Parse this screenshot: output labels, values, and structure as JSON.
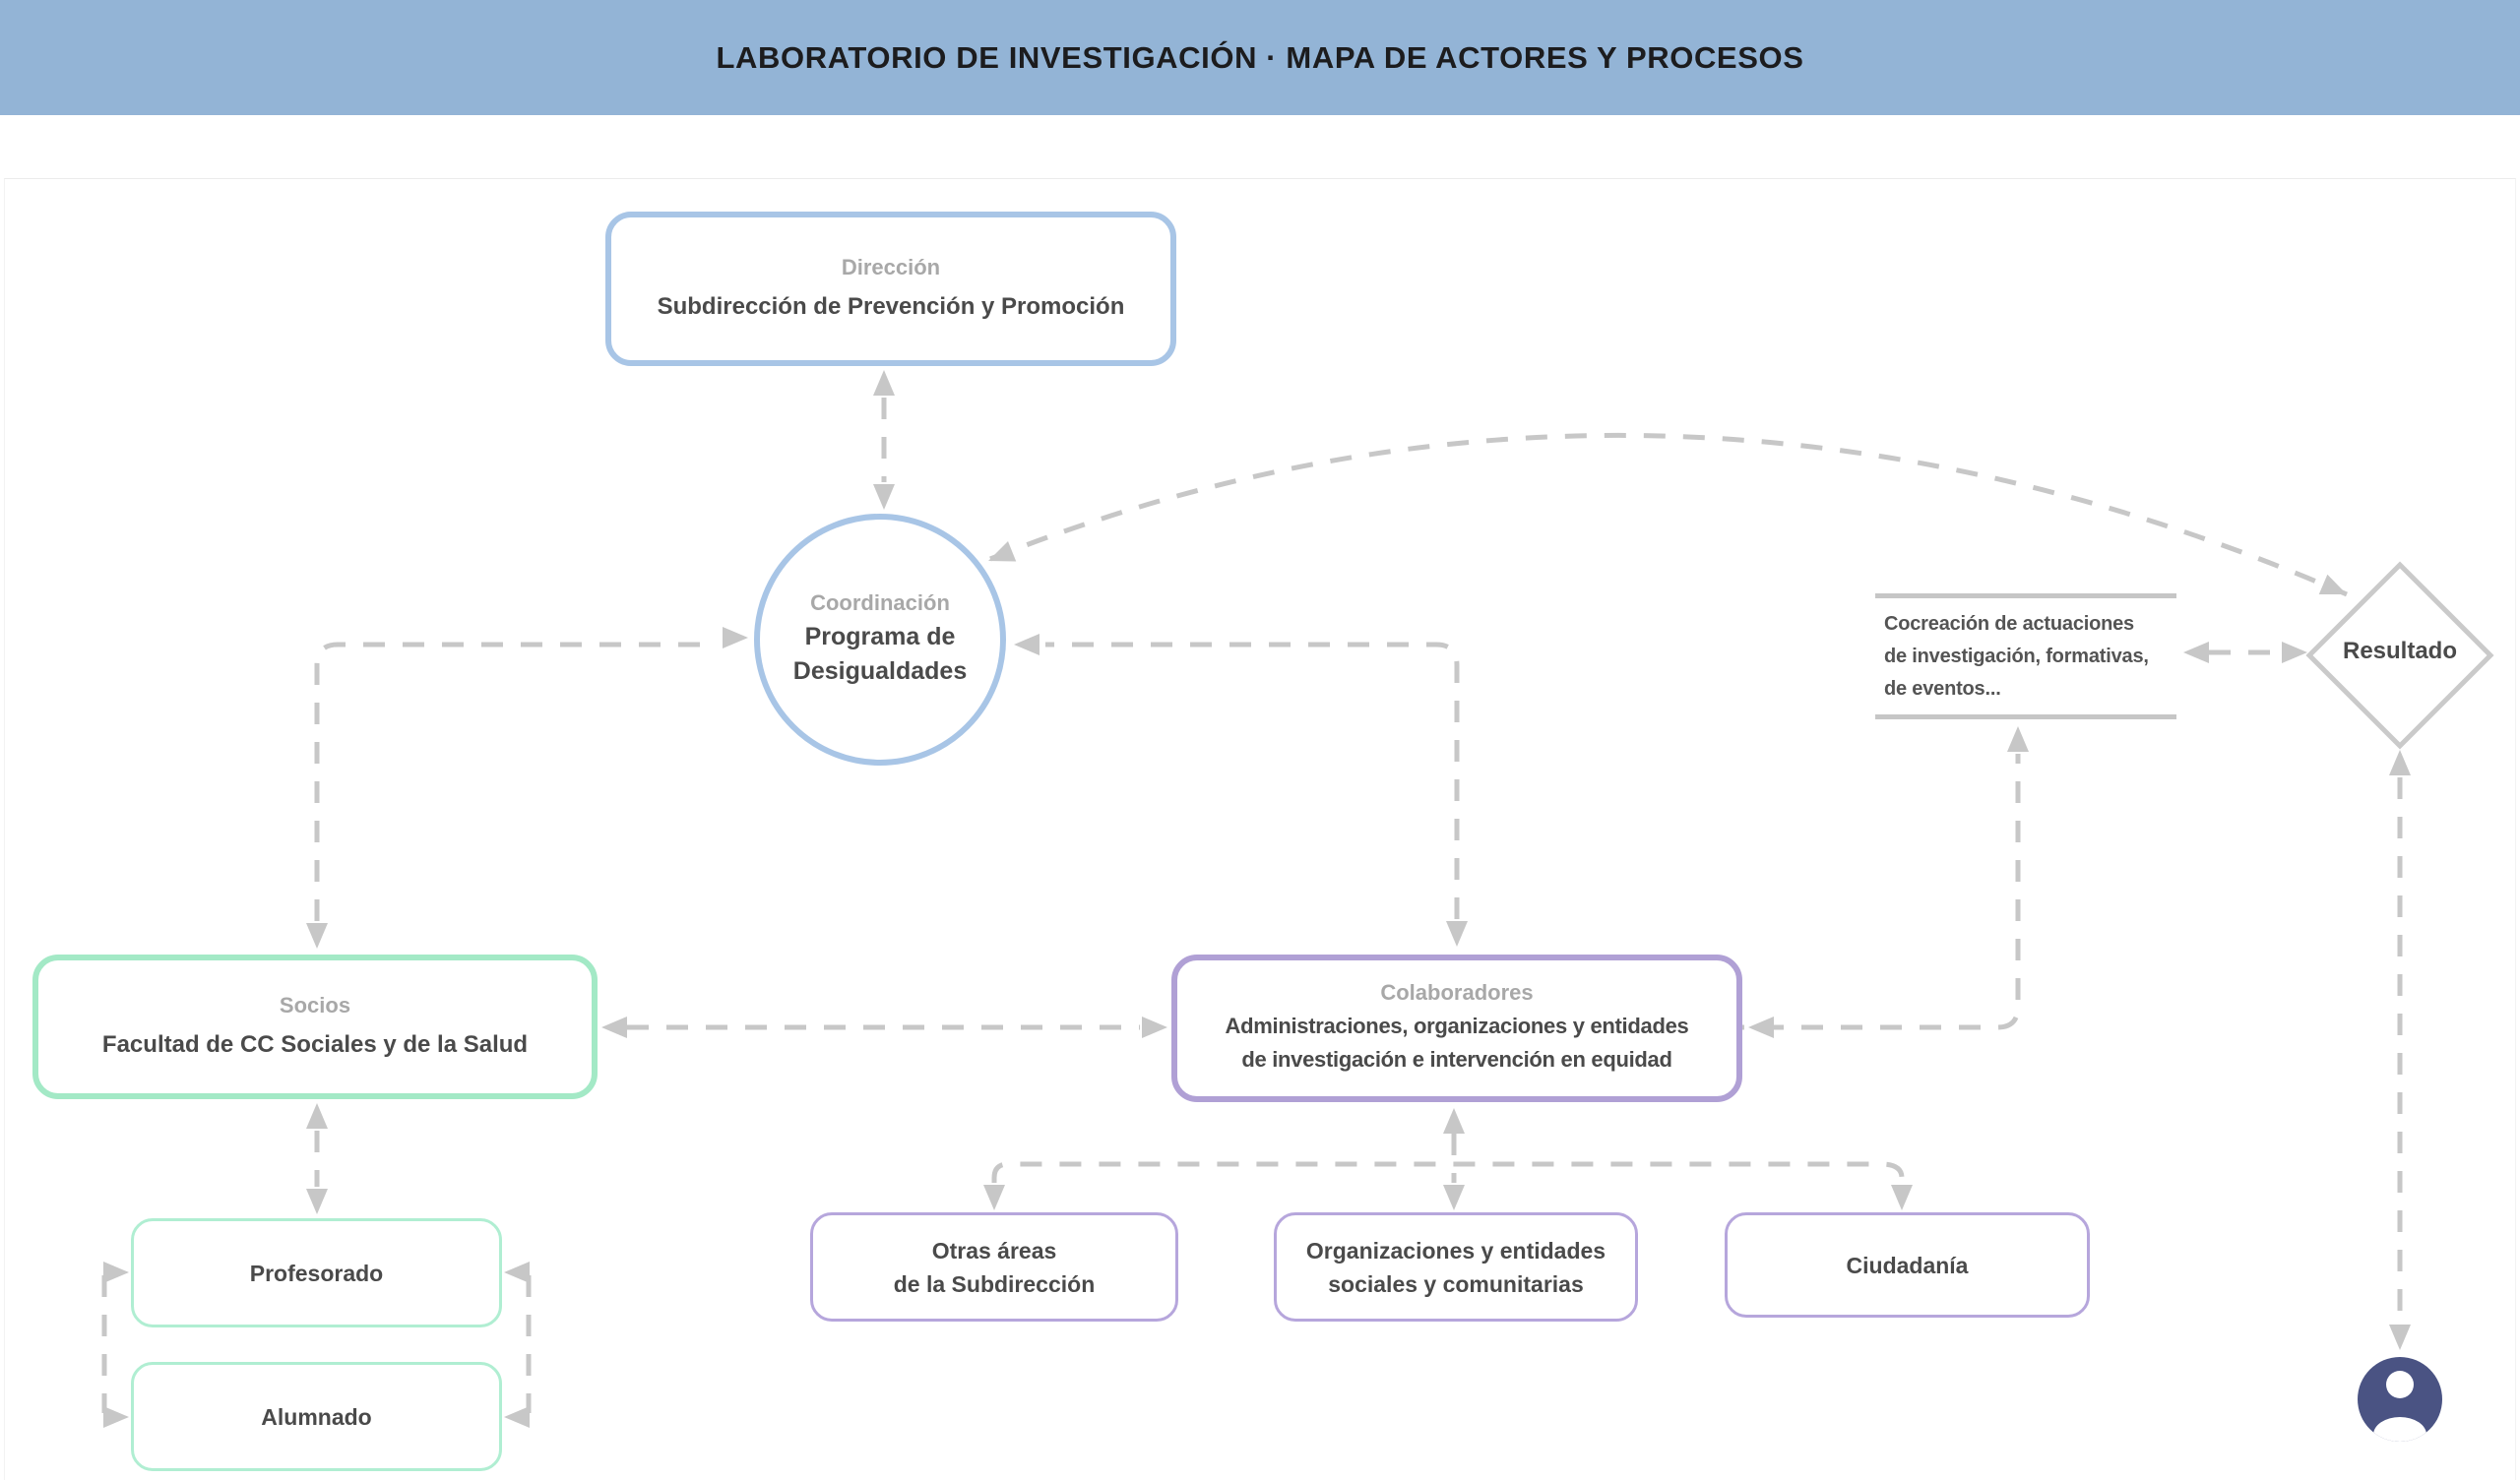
{
  "header": {
    "title": "LABORATORIO DE INVESTIGACIÓN · MAPA DE ACTORES Y PROCESOS"
  },
  "nodes": {
    "direccion": {
      "label": "Dirección",
      "name": "Subdirección de Prevención y Promoción"
    },
    "coordinacion": {
      "label": "Coordinación",
      "name_line1": "Programa de",
      "name_line2": "Desigualdades"
    },
    "socios": {
      "label": "Socios",
      "name": "Facultad de CC Sociales y de la Salud"
    },
    "colaboradores": {
      "label": "Colaboradores",
      "name_line1": "Administraciones, organizaciones y entidades",
      "name_line2": "de investigación e intervención en equidad"
    },
    "cocreacion": {
      "line1": "Cocreación de actuaciones",
      "line2": "de investigación, formativas,",
      "line3": "de eventos..."
    },
    "resultado": {
      "name": "Resultado"
    },
    "otras_areas": {
      "line1": "Otras áreas",
      "line2": "de la Subdirección"
    },
    "organizaciones": {
      "line1": "Organizaciones y entidades",
      "line2": "sociales y comunitarias"
    },
    "ciudadania": {
      "name": "Ciudadanía"
    },
    "profesorado": {
      "name": "Profesorado"
    },
    "alumnado": {
      "name": "Alumnado"
    }
  },
  "icons": {
    "avatar": "person-icon"
  },
  "colors": {
    "header_bg": "#93b4d6",
    "blue_border": "#a8c5e6",
    "green_border": "#a3e9c6",
    "green_thin_border": "#b0eed2",
    "purple_border": "#b0a0d5",
    "purple_thin_border": "#b6a6dc",
    "connector_gray": "#c7c7c7",
    "diamond_stroke": "#cacaca",
    "label_gray": "#a8a8a8",
    "text_dark": "#4a4a4a",
    "avatar_bg": "#4a5383"
  }
}
